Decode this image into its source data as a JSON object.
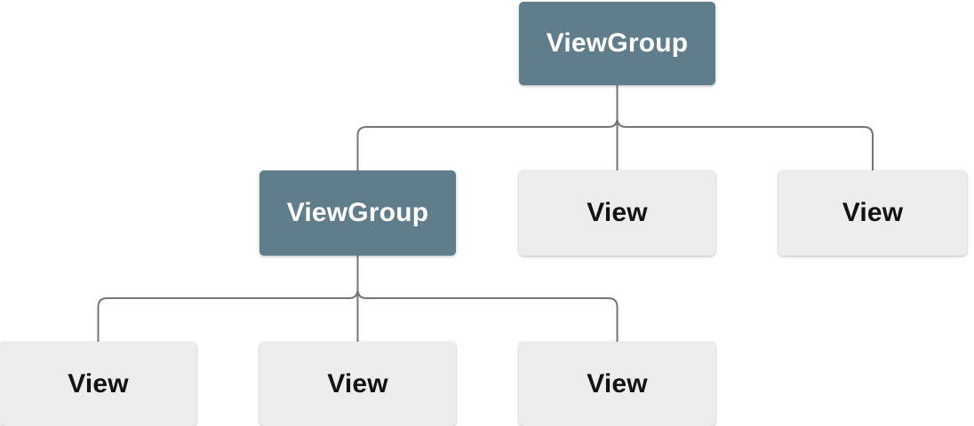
{
  "diagram": {
    "kind": "tree",
    "colors": {
      "viewgroup_fill": "#607d8b",
      "viewgroup_text": "#ffffff",
      "view_fill": "#ededed",
      "view_text": "#131313",
      "connector": "#757575",
      "background": "#ffffff"
    },
    "nodes": [
      {
        "id": "root",
        "label": "ViewGroup",
        "type": "viewgroup",
        "parent": null
      },
      {
        "id": "vg-child",
        "label": "ViewGroup",
        "type": "viewgroup",
        "parent": "root"
      },
      {
        "id": "view-mid",
        "label": "View",
        "type": "view",
        "parent": "root"
      },
      {
        "id": "view-right",
        "label": "View",
        "type": "view",
        "parent": "root"
      },
      {
        "id": "view-b1",
        "label": "View",
        "type": "view",
        "parent": "vg-child"
      },
      {
        "id": "view-b2",
        "label": "View",
        "type": "view",
        "parent": "vg-child"
      },
      {
        "id": "view-b3",
        "label": "View",
        "type": "view",
        "parent": "vg-child"
      }
    ]
  }
}
